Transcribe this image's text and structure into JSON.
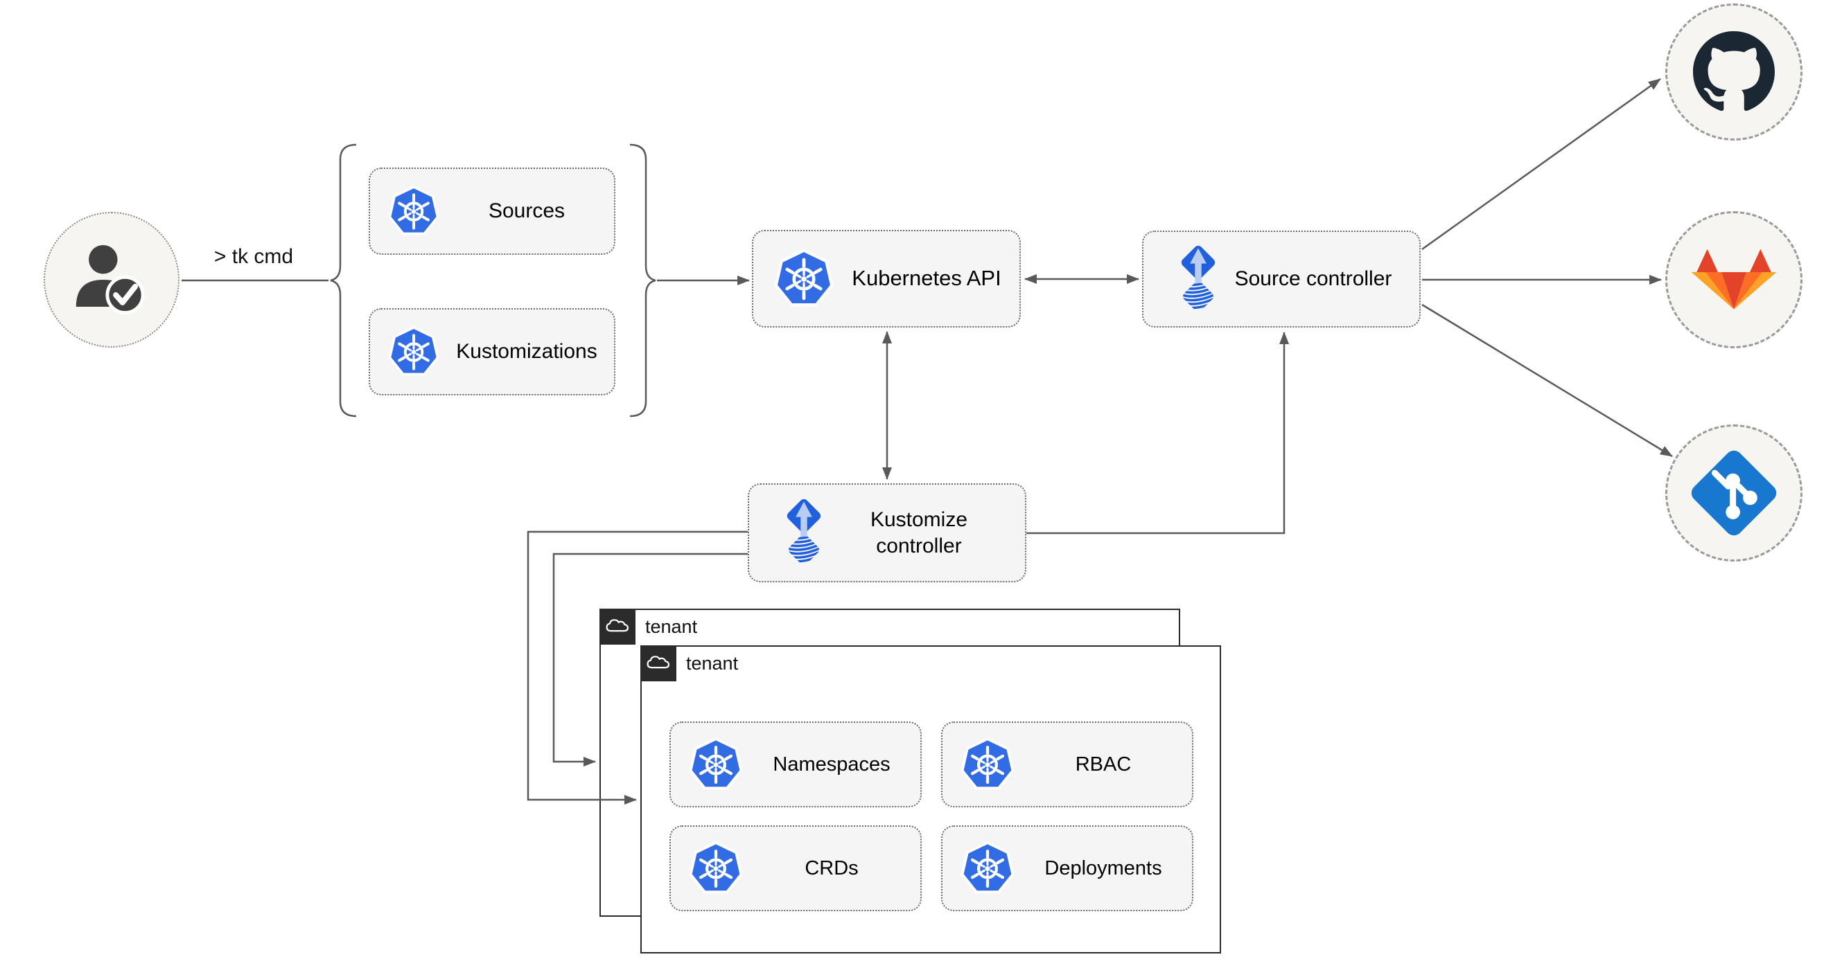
{
  "user": {
    "icon": "user-check-icon",
    "command": "> tk cmd"
  },
  "bracket_group": {
    "sources_label": "Sources",
    "kustomizations_label": "Kustomizations"
  },
  "nodes": {
    "kubernetes_api_label": "Kubernetes API",
    "source_controller_label": "Source controller",
    "kustomize_controller_label": "Kustomize controller"
  },
  "remotes": {
    "icons": [
      "github-icon",
      "gitlab-icon",
      "git-icon"
    ]
  },
  "tenants": {
    "back": {
      "label": "tenant",
      "badge_icon": "cloud-icon"
    },
    "front": {
      "label": "tenant",
      "badge_icon": "cloud-icon",
      "resources": [
        "Namespaces",
        "RBAC",
        "CRDs",
        "Deployments"
      ]
    }
  },
  "icon_names": {
    "boxes": "kubernetes-icon",
    "controllers": "flux-icon"
  },
  "colors": {
    "kubernetes_blue": "#326ce5",
    "flux_blue": "#2160dd",
    "flux_arrow_light": "#b9ccf3",
    "connector_gray": "#595959",
    "node_fill": "#f5f5f5",
    "node_border": "#6a6a6a",
    "tenant_border": "#2b2b2b",
    "badge_dark": "#2b2b2b",
    "circle_fill": "#f7f5f1",
    "github_dark": "#1b2733",
    "gitlab_red": "#e24329",
    "gitlab_orange": "#fc6d26",
    "gitlab_light_orange": "#fca326",
    "git_blue": "#1878cf"
  }
}
